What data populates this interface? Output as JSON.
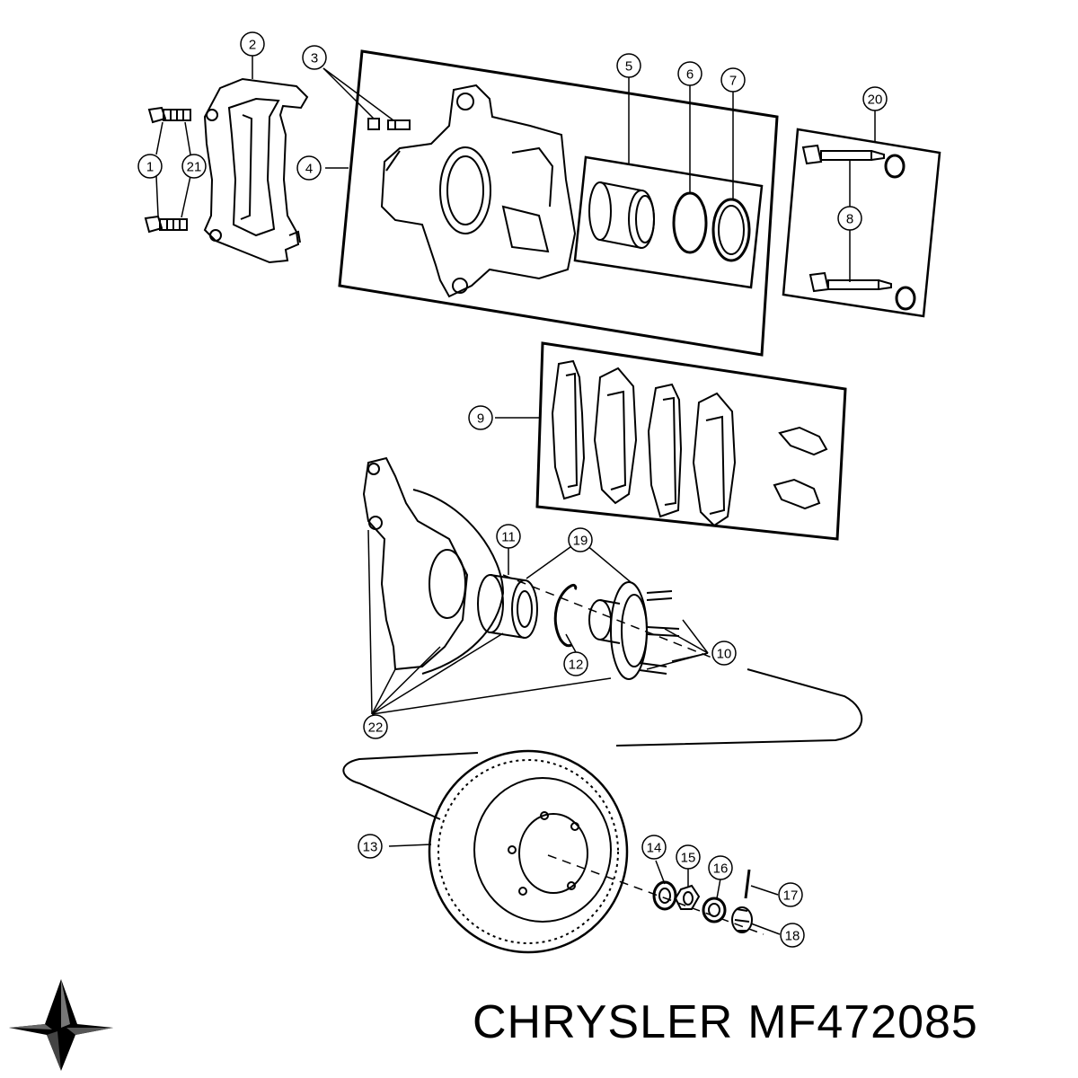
{
  "brand": {
    "name": "CHRYSLER",
    "part_number": "MF472085",
    "logo_icon": "chrysler-pentastar-icon"
  },
  "callouts": [
    "1",
    "2",
    "3",
    "4",
    "5",
    "6",
    "7",
    "8",
    "9",
    "10",
    "11",
    "12",
    "13",
    "14",
    "15",
    "16",
    "17",
    "18",
    "19",
    "20",
    "21",
    "22"
  ],
  "colors": {
    "line": "#000000",
    "background": "#ffffff"
  }
}
